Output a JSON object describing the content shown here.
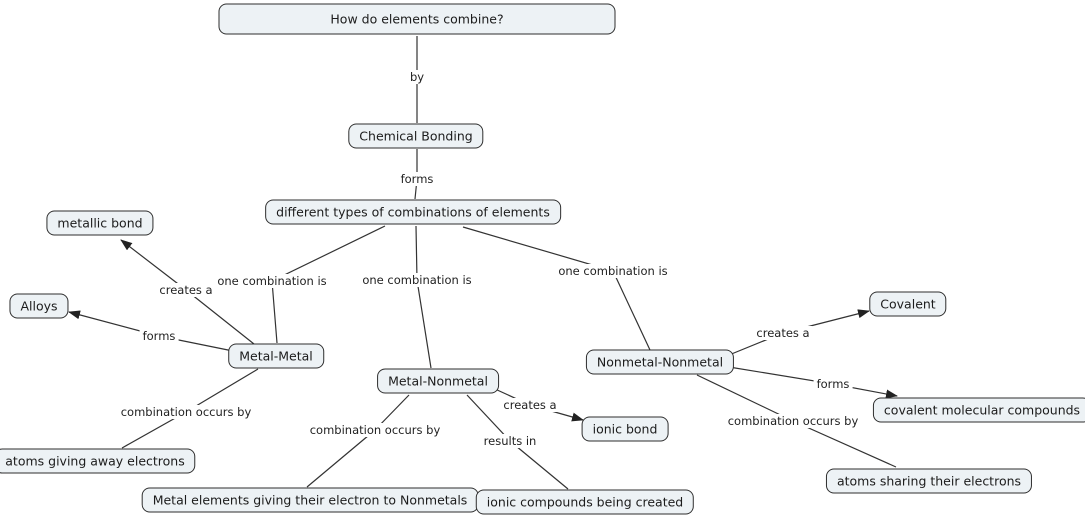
{
  "app": {
    "type": "concept-map",
    "background_color": "#ffffff",
    "node_fill_color": "#edf2f5",
    "node_border_color": "#2e2e2e",
    "line_color": "#333333",
    "text_color": "#1c1c1c"
  },
  "nodes": {
    "how_combine": {
      "label": "How do elements combine?"
    },
    "chemical_bonding": {
      "label": "Chemical Bonding"
    },
    "different_types": {
      "label": "different types of combinations of elements"
    },
    "metallic_bond": {
      "label": "metallic bond"
    },
    "alloys": {
      "label": "Alloys"
    },
    "metal_metal": {
      "label": "Metal-Metal"
    },
    "metal_nonmetal": {
      "label": "Metal-Nonmetal"
    },
    "nonmetal_nonmetal": {
      "label": "Nonmetal-Nonmetal"
    },
    "covalent": {
      "label": "Covalent"
    },
    "covalent_molecular": {
      "label": "covalent molecular compounds"
    },
    "ionic_bond": {
      "label": "ionic bond"
    },
    "atoms_giving": {
      "label": "atoms giving away electrons"
    },
    "metal_elements": {
      "label": "Metal elements giving their electron to Nonmetals"
    },
    "ionic_compounds": {
      "label": "ionic compounds being created"
    },
    "atoms_sharing": {
      "label": "atoms sharing their electrons"
    }
  },
  "edge_labels": {
    "by": "by",
    "forms_root": "forms",
    "one_combination_left": "one combination is",
    "one_combination_center": "one combination is",
    "one_combination_right": "one combination is",
    "creates_a_metal_metal": "creates a",
    "forms_alloys": "forms",
    "occurs_metal_metal": "combination occurs by",
    "occurs_metal_nonmetal": "combination occurs by",
    "creates_a_metal_nonmetal": "creates a",
    "results_in": "results in",
    "creates_a_nonmetal": "creates a",
    "forms_covalent_compounds": "forms",
    "occurs_nonmetal": "combination occurs by"
  }
}
